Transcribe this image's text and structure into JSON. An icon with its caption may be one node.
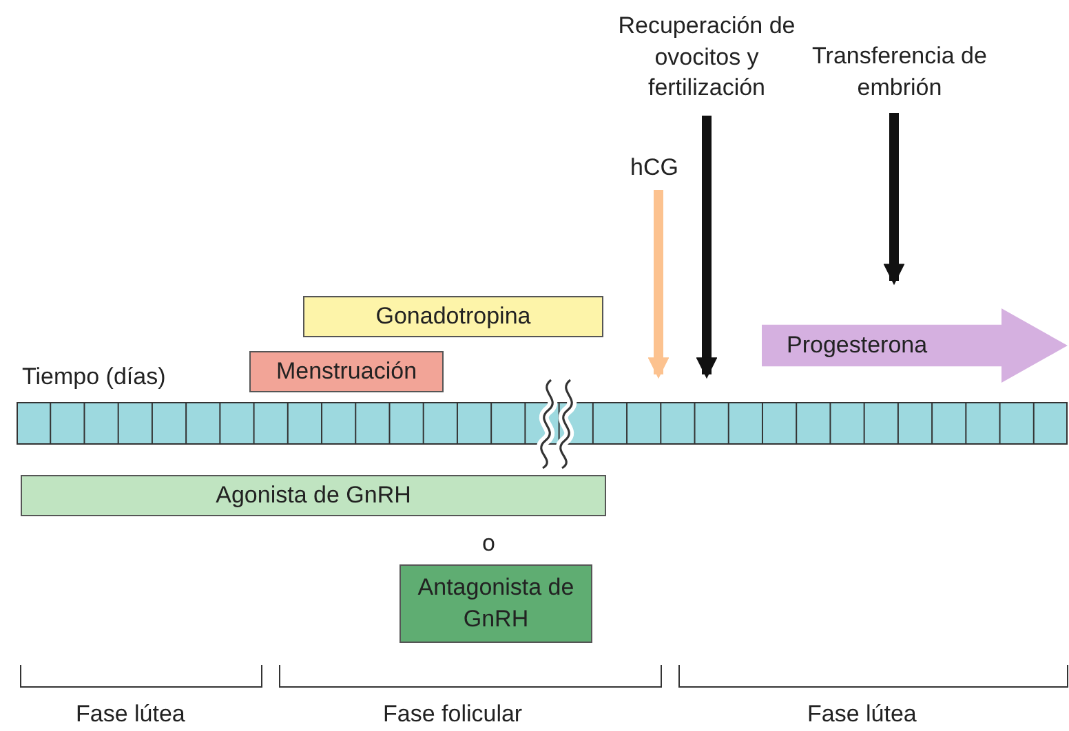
{
  "diagram": {
    "nodes": [
      {
        "text": [
          "Recuperación de ovocitos y fertilización"
        ]
      },
      {
        "text": [
          "Transferencia de embrión"
        ]
      },
      {
        "text": [
          "hCG"
        ]
      },
      {
        "text": [
          "Gonadotropina"
        ]
      },
      {
        "text": [
          "Menstruación"
        ]
      },
      {
        "text": [
          "Progesterona"
        ]
      },
      {
        "text": [],
        "shape": "bar",
        "beside": [
          "Tiempo (días)"
        ]
      },
      {
        "text": [
          "Agonista de GnRH"
        ]
      },
      {
        "text": [
          "Antagonista de GnRH"
        ]
      }
    ],
    "edges": [
      {
        "from": 0,
        "to": 6,
        "arrow": "to"
      },
      {
        "from": 1,
        "to": 5,
        "arrow": "to"
      },
      {
        "from": 2,
        "to": 6,
        "arrow": "to",
        "color": "#fcc28f"
      }
    ],
    "labels": [
      "o",
      "Fase lútea",
      "Fase folicular",
      "Fase lútea"
    ]
  }
}
